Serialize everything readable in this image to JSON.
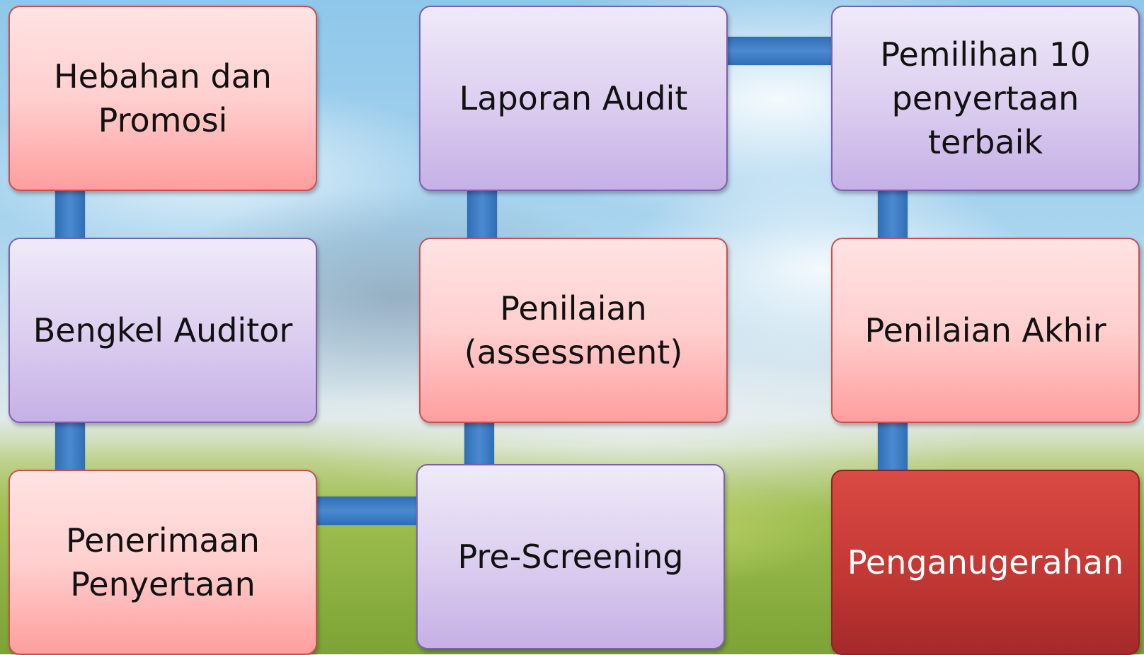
{
  "diagram": {
    "nodes": [
      {
        "id": "hebahan",
        "text": "Hebahan dan\nPromosi",
        "style": "pink"
      },
      {
        "id": "bengkel",
        "text": "Bengkel Auditor",
        "style": "purple"
      },
      {
        "id": "penerimaan",
        "text": "Penerimaan\nPenyertaan",
        "style": "pink"
      },
      {
        "id": "prescreening",
        "text": "Pre-Screening",
        "style": "purple"
      },
      {
        "id": "penilaian",
        "text": "Penilaian\n(assessment)",
        "style": "pink"
      },
      {
        "id": "laporan",
        "text": "Laporan Audit",
        "style": "purple"
      },
      {
        "id": "pemilihan",
        "text": "Pemilihan 10\npenyertaan\nterbaik",
        "style": "purple"
      },
      {
        "id": "penilaian-akhir",
        "text": "Penilaian Akhir",
        "style": "pink"
      },
      {
        "id": "penganugerahan",
        "text": "Penganugerahan",
        "style": "red"
      }
    ],
    "edges": [
      [
        "hebahan",
        "bengkel"
      ],
      [
        "bengkel",
        "penerimaan"
      ],
      [
        "penerimaan",
        "prescreening"
      ],
      [
        "prescreening",
        "penilaian"
      ],
      [
        "penilaian",
        "laporan"
      ],
      [
        "laporan",
        "pemilihan"
      ],
      [
        "pemilihan",
        "penilaian-akhir"
      ],
      [
        "penilaian-akhir",
        "penganugerahan"
      ]
    ],
    "colors": {
      "connector": "#3a78c2",
      "pink_fill": "#ffcfcf",
      "purple_fill": "#ddd0f0",
      "red_fill": "#c63a36"
    }
  }
}
